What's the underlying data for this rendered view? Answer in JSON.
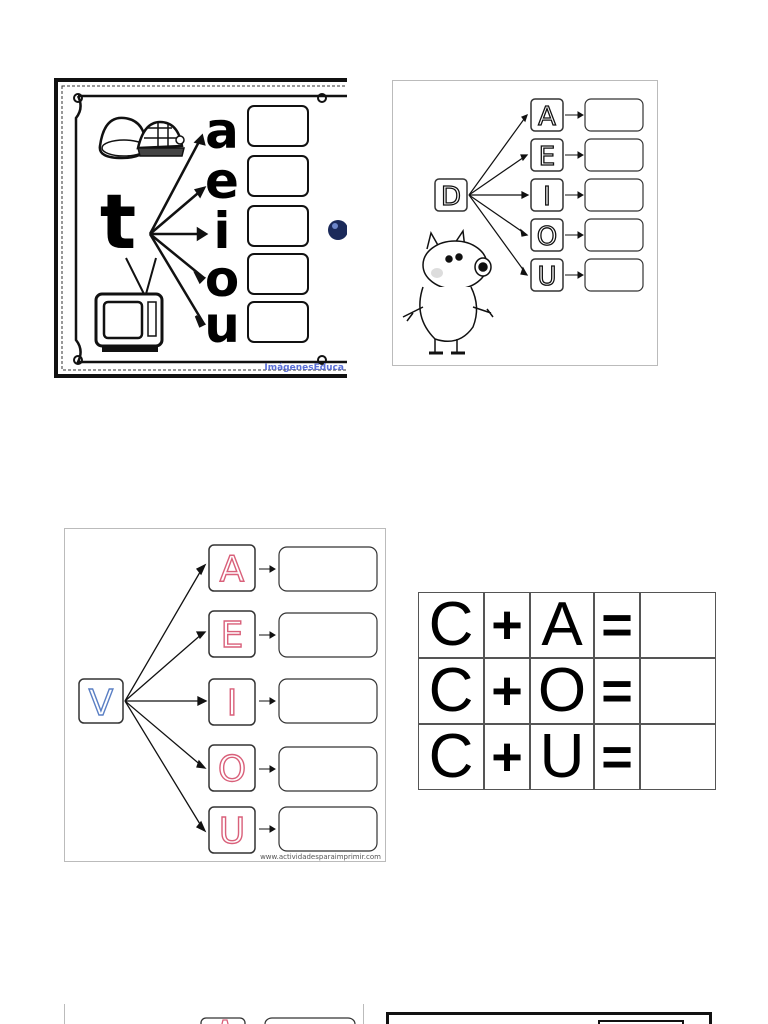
{
  "panel_t": {
    "consonant": "t",
    "vowels": [
      "a",
      "e",
      "i",
      "o",
      "u"
    ],
    "credit": "ImágenesEduca"
  },
  "panel_d": {
    "consonant": "D",
    "vowels": [
      "A",
      "E",
      "I",
      "O",
      "U"
    ]
  },
  "panel_v": {
    "consonant": "V",
    "vowels": [
      "A",
      "E",
      "I",
      "O",
      "U"
    ],
    "credit": "www.actividadesparaimprimir.com"
  },
  "panel_c": {
    "rows": [
      {
        "consonant": "C",
        "plus": "+",
        "vowel": "A",
        "equals": "="
      },
      {
        "consonant": "C",
        "plus": "+",
        "vowel": "O",
        "equals": "="
      },
      {
        "consonant": "C",
        "plus": "+",
        "vowel": "U",
        "equals": "="
      }
    ]
  },
  "colors": {
    "outline_pink": "#d9607a",
    "outline_blue": "#5a7fc4",
    "line": "#111111"
  }
}
